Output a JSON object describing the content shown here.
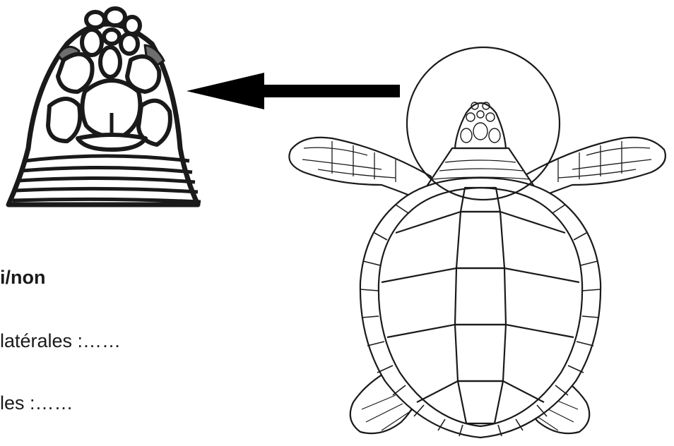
{
  "form": {
    "line1": "i/non",
    "line2": "latérales :……",
    "line3": "les :……"
  },
  "colors": {
    "ink": "#1a1a1a",
    "inset_scale_fill": "#ffffff",
    "inset_shade": "#6e6e6e",
    "inset_background": "#ffffff",
    "arrow": "#000000"
  },
  "icons": {
    "arrow": "left-arrow-icon",
    "magnifier": "circle-highlight"
  }
}
